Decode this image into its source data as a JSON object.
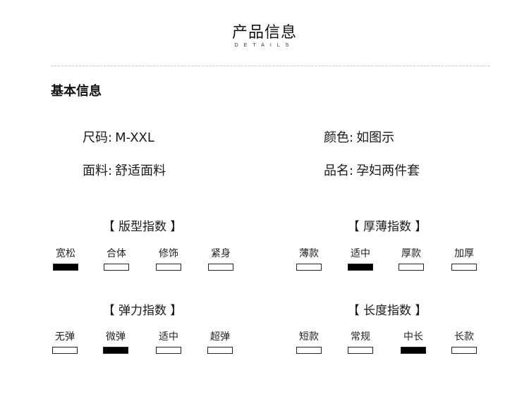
{
  "header": {
    "title": "产品信息",
    "subtitle": "DETAILS"
  },
  "basic": {
    "heading": "基本信息",
    "size_label": "尺码:",
    "size_value": "M-XXL",
    "color_label": "颜色:",
    "color_value": "如图示",
    "fabric_label": "面料:",
    "fabric_value": "舒适面料",
    "name_label": "品名:",
    "name_value": "孕妇两件套"
  },
  "indices": {
    "fit": {
      "title": "【 版型指数 】",
      "options": [
        "宽松",
        "合体",
        "修饰",
        "紧身"
      ],
      "selected": 0
    },
    "thickness": {
      "title": "【 厚薄指数 】",
      "options": [
        "薄款",
        "适中",
        "厚款",
        "加厚"
      ],
      "selected": 1
    },
    "elasticity": {
      "title": "【 弹力指数 】",
      "options": [
        "无弹",
        "微弹",
        "适中",
        "超弹"
      ],
      "selected": 1
    },
    "length": {
      "title": "【 长度指数 】",
      "options": [
        "短款",
        "常规",
        "中长",
        "长款"
      ],
      "selected": 2
    }
  },
  "colors": {
    "selected_fill": "#000000",
    "empty_fill": "#ffffff",
    "divider": "#c8c8c8"
  }
}
